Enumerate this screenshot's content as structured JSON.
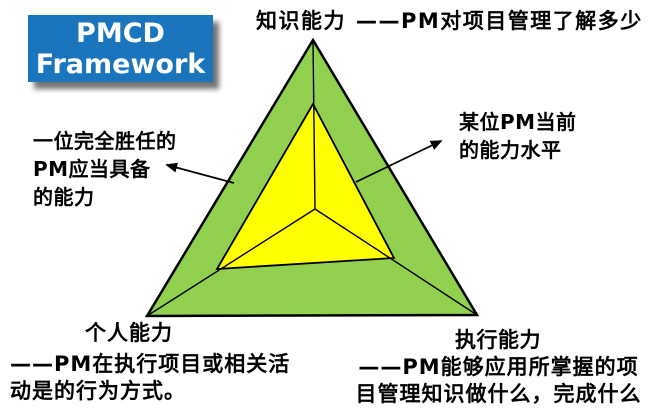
{
  "colors": {
    "title_box_bg": "#1B75BC",
    "title_box_text": "#FFFFFF",
    "outer_triangle_fill": "#92D050",
    "inner_triangle_fill": "#FFFF00",
    "outline": "#000000",
    "text_color": "#000000",
    "canvas_bg": "#FFFFFF"
  },
  "title_box": {
    "line1": "PMCD",
    "line2": "Framework"
  },
  "axes": {
    "knowledge": {
      "name": "知识能力",
      "desc": "——PM对项目管理了解多少"
    },
    "personal": {
      "name": "个人能力",
      "desc_lines": [
        "——PM在执行项目或相关活",
        "动是的行为方式。"
      ]
    },
    "performance": {
      "name": "执行能力",
      "desc_lines": [
        "——PM能够应用所掌握的项",
        "目管理知识做什么，完成什么"
      ]
    }
  },
  "annotations": {
    "fully_competent": {
      "lines": [
        "一位完全胜任的",
        "PM应当具备",
        "的能力"
      ]
    },
    "current_level": {
      "lines": [
        "某位PM当前",
        "的能力水平"
      ]
    }
  }
}
